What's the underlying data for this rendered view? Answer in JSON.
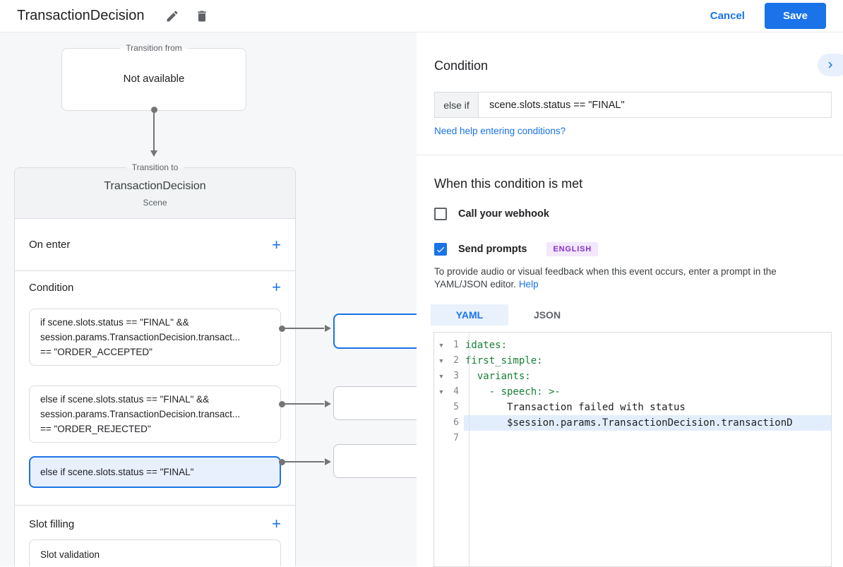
{
  "header": {
    "title": "TransactionDecision",
    "cancel_label": "Cancel",
    "save_label": "Save"
  },
  "icons": {
    "add": "+",
    "fold": "▼"
  },
  "diagram": {
    "transition_from": {
      "legend": "Transition from",
      "value": "Not available"
    },
    "transition_to": {
      "legend": "Transition to",
      "title": "TransactionDecision",
      "subtitle": "Scene",
      "on_enter_label": "On enter",
      "condition_label": "Condition",
      "slot_filling_label": "Slot filling",
      "conditions": [
        {
          "text": "if scene.slots.status == \"FINAL\" &&\nsession.params.TransactionDecision.transact...\n== \"ORDER_ACCEPTED\"",
          "selected": false
        },
        {
          "text": "else if scene.slots.status == \"FINAL\" &&\nsession.params.TransactionDecision.transact...\n== \"ORDER_REJECTED\"",
          "selected": false
        },
        {
          "text": "else if scene.slots.status == \"FINAL\"",
          "selected": true
        }
      ],
      "slot_items": [
        {
          "text": "Slot validation"
        }
      ]
    }
  },
  "panel": {
    "condition_title": "Condition",
    "else_if_label": "else if",
    "condition_value": "scene.slots.status == \"FINAL\"",
    "help_link": "Need help entering conditions?",
    "when_met_title": "When this condition is met",
    "webhook_label": "Call your webhook",
    "webhook_checked": false,
    "send_prompts_label": "Send prompts",
    "send_prompts_checked": true,
    "language_badge": "ENGLISH",
    "prompt_hint": "To provide audio or visual feedback when this event occurs, enter a prompt in the YAML/JSON editor.",
    "prompt_hint_help": "Help",
    "tabs": [
      {
        "label": "YAML",
        "active": true
      },
      {
        "label": "JSON",
        "active": false
      }
    ],
    "editor": {
      "lines": [
        {
          "num": "1",
          "code": "idates:"
        },
        {
          "num": "2",
          "code": "first_simple:"
        },
        {
          "num": "3",
          "code": "  variants:"
        },
        {
          "num": "4",
          "code": "    - speech: >-"
        },
        {
          "num": "5",
          "code": "       Transaction failed with status"
        },
        {
          "num": "6",
          "code": "       $session.params.TransactionDecision.transactionD"
        },
        {
          "num": "7",
          "code": ""
        }
      ]
    }
  }
}
